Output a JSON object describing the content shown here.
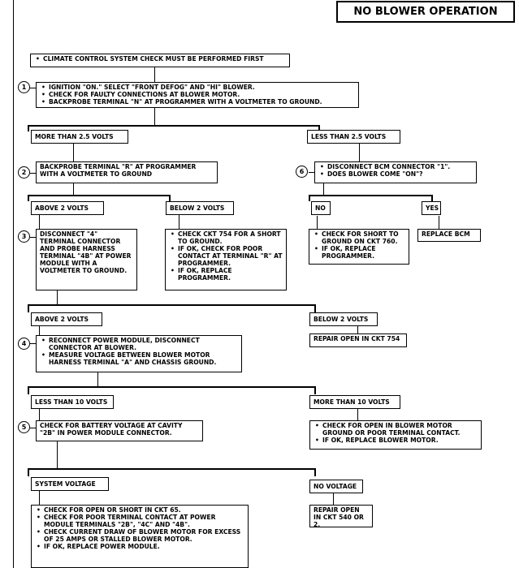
{
  "title": "NO BLOWER OPERATION",
  "precheck": "CLIMATE CONTROL SYSTEM CHECK MUST BE PERFORMED FIRST",
  "steps": {
    "s1": {
      "num": "1",
      "items": [
        "IGNITION \"ON.\" SELECT \"FRONT DEFOG\" AND \"HI\" BLOWER.",
        "CHECK FOR FAULTY CONNECTIONS AT BLOWER MOTOR.",
        "BACKPROBE TERMINAL \"N\" AT PROGRAMMER WITH A VOLTMETER TO GROUND."
      ]
    },
    "s2": {
      "num": "2",
      "text": "BACKPROBE TERMINAL \"R\" AT PROGRAMMER WITH A VOLTMETER TO GROUND"
    },
    "s3": {
      "num": "3",
      "items": [
        "DISCONNECT \"4\" TERMINAL CONNECTOR AND PROBE HARNESS TERMINAL \"4B\" AT POWER MODULE WITH A VOLTMETER TO GROUND."
      ]
    },
    "s4": {
      "num": "4",
      "items": [
        "RECONNECT POWER MODULE, DISCONNECT CONNECTOR AT BLOWER.",
        "MEASURE VOLTAGE BETWEEN BLOWER MOTOR HARNESS TERMINAL \"A\" AND CHASSIS GROUND."
      ]
    },
    "s5": {
      "num": "5",
      "text": "CHECK FOR BATTERY VOLTAGE AT CAVITY \"2B\" IN POWER MODULE CONNECTOR."
    },
    "s6": {
      "num": "6",
      "items": [
        "DISCONNECT BCM CONNECTOR \"1\".",
        "DOES BLOWER COME \"ON\"?"
      ]
    }
  },
  "labels": {
    "more_2_5": "MORE THAN 2.5 VOLTS",
    "less_2_5": "LESS THAN 2.5 VOLTS",
    "above_2_a": "ABOVE 2 VOLTS",
    "below_2_a": "BELOW 2 VOLTS",
    "no": "NO",
    "yes": "YES",
    "above_2_b": "ABOVE 2  VOLTS",
    "below_2_b": "BELOW 2 VOLTS",
    "less_10": "LESS THAN 10 VOLTS",
    "more_10": "MORE THAN 10 VOLTS",
    "system_voltage": "SYSTEM VOLTAGE",
    "no_voltage": "NO VOLTAGE"
  },
  "results": {
    "ckt754": [
      "CHECK CKT 754 FOR A SHORT TO GROUND.",
      "IF OK, CHECK FOR POOR CONTACT AT TERMINAL \"R\" AT PROGRAMMER.",
      "IF OK, REPLACE PROGRAMMER."
    ],
    "ckt760": [
      "CHECK FOR SHORT TO GROUND ON CKT 760.",
      "IF OK, REPLACE PROGRAMMER."
    ],
    "replace_bcm": "REPLACE BCM",
    "repair_754": "REPAIR OPEN IN CKT 754",
    "open_blower": [
      "CHECK FOR OPEN IN BLOWER MOTOR GROUND OR POOR TERMINAL CONTACT.",
      "IF OK, REPLACE BLOWER MOTOR."
    ],
    "final_checks": [
      "CHECK FOR OPEN OR SHORT IN CKT 65.",
      "CHECK FOR POOR TERMINAL CONTACT AT POWER MODULE TERMINALS \"2B\", \"4C\" AND \"4B\".",
      "CHECK CURRENT DRAW OF BLOWER MOTOR FOR EXCESS OF 25 AMPS OR STALLED BLOWER MOTOR.",
      "IF OK, REPLACE POWER MODULE."
    ],
    "repair_540": "REPAIR OPEN IN CKT 540 OR 2."
  }
}
